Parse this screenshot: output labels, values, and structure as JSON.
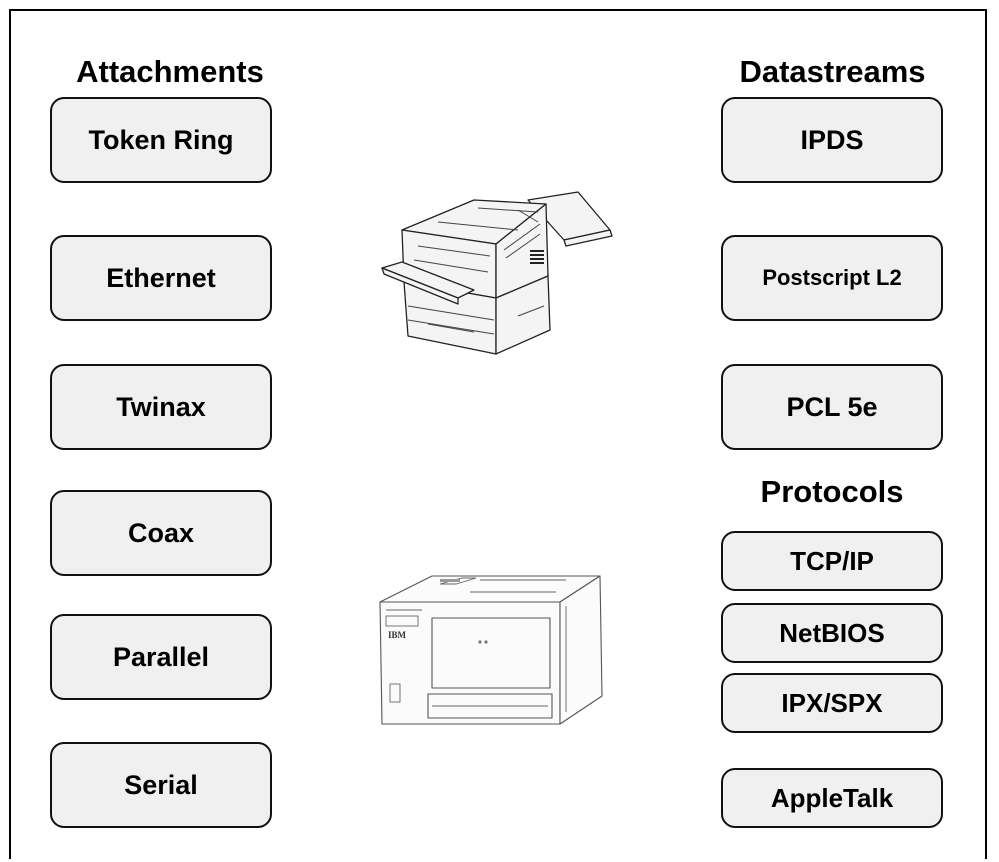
{
  "headings": {
    "attachments": "Attachments",
    "datastreams": "Datastreams",
    "protocols": "Protocols"
  },
  "attachments": [
    "Token Ring",
    "Ethernet",
    "Twinax",
    "Coax",
    "Parallel",
    "Serial"
  ],
  "datastreams": [
    "IPDS",
    "Postscript L2",
    "PCL 5e"
  ],
  "protocols": [
    "TCP/IP",
    "NetBIOS",
    "IPX/SPX",
    "AppleTalk"
  ],
  "printer_logo": "IBM",
  "colors": {
    "box_fill": "#f0f0f0",
    "border": "#111111"
  }
}
